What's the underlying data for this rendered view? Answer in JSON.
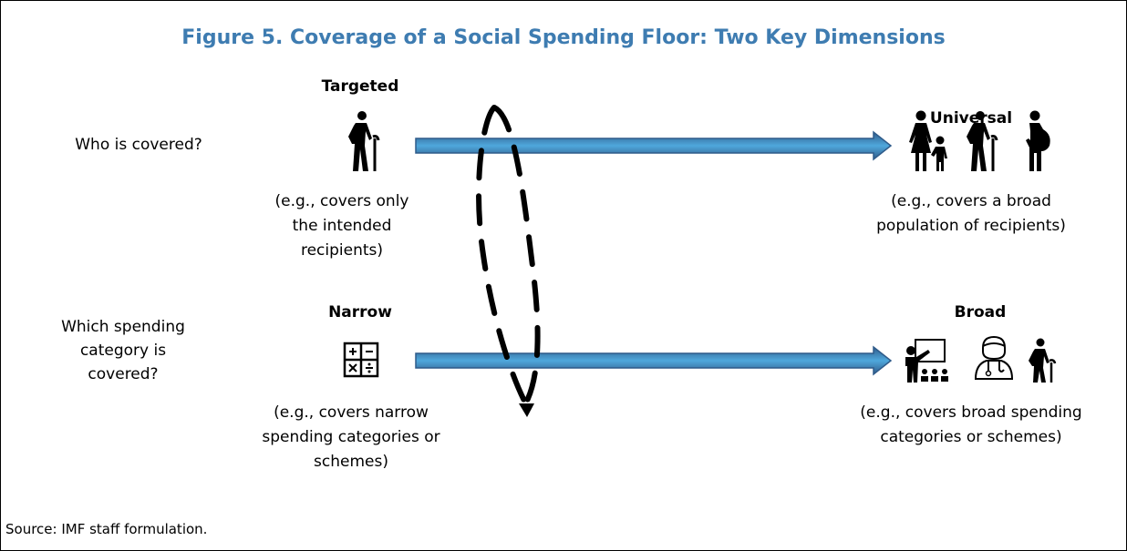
{
  "title": "Figure 5. Coverage of a Social Spending Floor: Two Key Dimensions",
  "rows": [
    {
      "question": "Who is covered?",
      "left": {
        "heading": "Targeted",
        "description": "(e.g., covers only the intended recipients)",
        "icons": [
          "elderly-person-with-cane-icon"
        ]
      },
      "right": {
        "heading": "Universal",
        "description": "(e.g., covers a broad population of recipients)",
        "icons": [
          "mother-and-child-icon",
          "elderly-person-with-cane-icon",
          "pregnant-woman-icon"
        ]
      }
    },
    {
      "question": "Which spending category is covered?",
      "left": {
        "heading": "Narrow",
        "description": "(e.g., covers narrow spending categories or schemes)",
        "icons": [
          "calculator-icon"
        ]
      },
      "right": {
        "heading": "Broad",
        "description": "(e.g., covers broad spending categories or schemes)",
        "icons": [
          "teacher-at-board-icon",
          "doctor-icon",
          "elderly-person-with-cane-icon"
        ]
      }
    }
  ],
  "source": "Source: IMF staff formulation.",
  "colors": {
    "title": "#3e7cb1",
    "arrow_fill": "#4fa8dc",
    "arrow_stroke": "#2f5b8a"
  }
}
